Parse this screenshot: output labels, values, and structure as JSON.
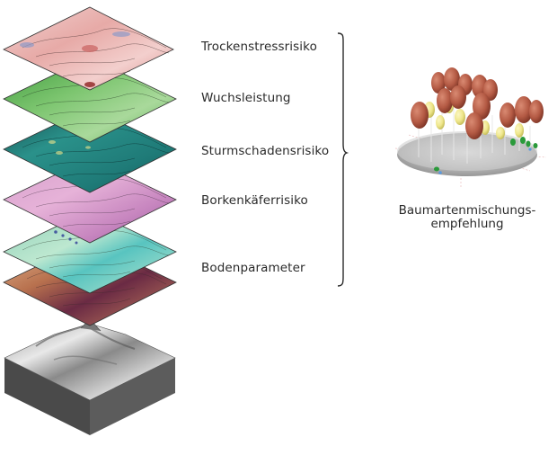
{
  "layers": [
    {
      "label": "Trockenstressrisiko",
      "palette": [
        "#f2c9c6",
        "#e3a09c",
        "#c9615f",
        "#8f2222",
        "#8e9ac8"
      ]
    },
    {
      "label": "Wuchsleistung",
      "palette": [
        "#a9d99b",
        "#6fbf63",
        "#3e9a3d",
        "#20642a",
        "#d9eed2"
      ]
    },
    {
      "label": "Sturmschadensrisiko",
      "palette": [
        "#1f7b78",
        "#2a918a",
        "#0f5c5a",
        "#144a4c",
        "#c9d48a"
      ]
    },
    {
      "label": "Borkenkäferrisiko",
      "palette": [
        "#e6b2d8",
        "#cf8ec4",
        "#b06aa8",
        "#7a3a84",
        "#f0d2e8"
      ]
    },
    {
      "label": "",
      "palette": [
        "#bde8d0",
        "#8fd8c4",
        "#48c0c0",
        "#2e3b96",
        "#e3f5ea"
      ]
    },
    {
      "label": "Bodenparameter",
      "palette": [
        "#d29a78",
        "#b8714e",
        "#7a2f46",
        "#5a1f3a",
        "#efd4b8"
      ]
    }
  ],
  "terrain": {
    "name": "DEM hillshade",
    "colors": [
      "#3a3a3a",
      "#7a7a7a",
      "#c8c8c8",
      "#f0f0f0"
    ]
  },
  "brace": {
    "color": "#2a2a2a"
  },
  "result": {
    "caption_line1": "Baumartenmischungs-",
    "caption_line2": "empfehlung",
    "tree_colors": {
      "crown_red": "#b45a44",
      "crown_yellow": "#eee68a",
      "crown_green": "#2a9a3a",
      "base": "#d0d0d0"
    }
  }
}
